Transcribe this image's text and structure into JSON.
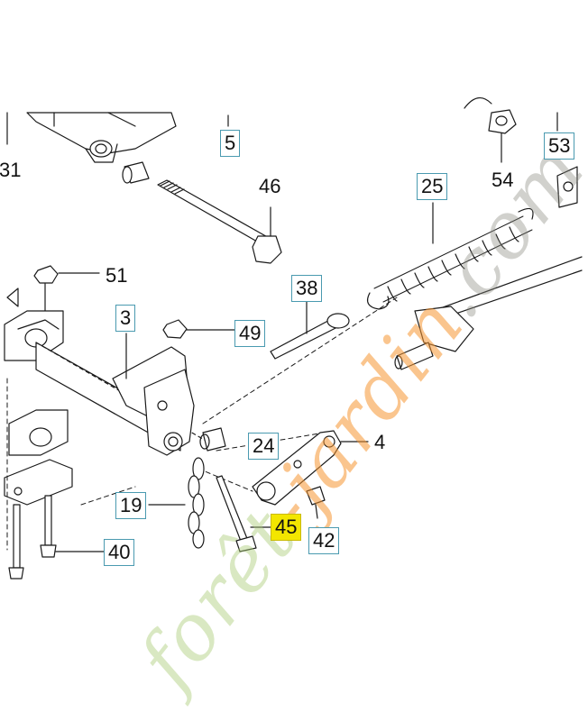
{
  "diagram": {
    "callouts": [
      {
        "id": "31",
        "label": "31",
        "style": "plain"
      },
      {
        "id": "5",
        "label": "5",
        "style": "boxed"
      },
      {
        "id": "53",
        "label": "53",
        "style": "boxed"
      },
      {
        "id": "54",
        "label": "54",
        "style": "plain"
      },
      {
        "id": "46",
        "label": "46",
        "style": "plain"
      },
      {
        "id": "25",
        "label": "25",
        "style": "boxed"
      },
      {
        "id": "51",
        "label": "51",
        "style": "plain"
      },
      {
        "id": "38",
        "label": "38",
        "style": "boxed"
      },
      {
        "id": "3",
        "label": "3",
        "style": "boxed"
      },
      {
        "id": "49",
        "label": "49",
        "style": "boxed"
      },
      {
        "id": "24",
        "label": "24",
        "style": "boxed"
      },
      {
        "id": "4",
        "label": "4",
        "style": "plain"
      },
      {
        "id": "19",
        "label": "19",
        "style": "boxed"
      },
      {
        "id": "45",
        "label": "45",
        "style": "highlight"
      },
      {
        "id": "42",
        "label": "42",
        "style": "boxed"
      },
      {
        "id": "40",
        "label": "40",
        "style": "boxed"
      }
    ],
    "highlighted_part": "45",
    "colors": {
      "line": "#1a1a1a",
      "callout_border": "#4a9ab0",
      "highlight": "#f3e600"
    }
  },
  "watermark": {
    "part1": "forêt",
    "part2": "-jardin",
    "part3": ".com"
  }
}
